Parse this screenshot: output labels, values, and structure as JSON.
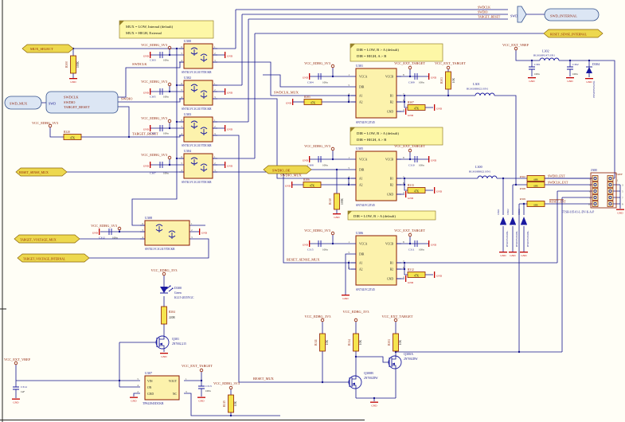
{
  "meta": {
    "type": "schematic-sheet",
    "accent_colors": {
      "wire": "#14148C",
      "component_outline": "#8B1A00",
      "chip_fill": "#FCF2AC",
      "flag_fill": "#EDD84E",
      "gnd": "#C00000"
    }
  },
  "notes": {
    "mux": {
      "l1": "MUX = LOW, Internal (default)",
      "l2": "MUX = HIGH, External"
    },
    "dir": {
      "l1": "DIR = LOW, B > A (default)",
      "l2": "DIR = HIGH, A > B"
    }
  },
  "harness": {
    "swd_mux": "SWD_MUX",
    "swd_internal": "SWD_INTERNAL",
    "name": "SWD",
    "sig": {
      "clk": "SWDCLK",
      "dio": "SWDIO",
      "rst": "TARGET_RESET"
    }
  },
  "nets": {
    "mux_select": "MUX_SELECT",
    "swdclk": "SWDCLK",
    "swdio": "SWDIO",
    "target_reset": "TARGET_RESET",
    "reset_sense_mux": "RESET_SENSE_MUX",
    "reset_sense_internal": "RESET_SENSE_INTERNAL",
    "target_voltage_mux": "TARGET_VOLTAGE_MUX",
    "target_voltage_internal": "TARGET_VOLTAGE_INTERNAL",
    "swdclk_mux": "SWDCLK_MUX",
    "swdio_mux": "SWDIO_MUX",
    "swdio_oe": "SWDIO_OE",
    "reset_mux": "RESET_MUX",
    "swdio_ext": "SWDIO_EXT",
    "swdclk_ext": "SWDCLK_EXT",
    "reset_ext": "RESET_EXT",
    "vref": "VREF"
  },
  "power": {
    "vcc_edbg": "VCC_EDBG_3V3",
    "vcc_ext_target": "VCC_EXT_TARGET",
    "vcc_ext_vref": "VCC_EXT_VREF",
    "gnd": "GND"
  },
  "ics": {
    "mux_part": "SN74LVC1G3157DCKR",
    "mux_refs": [
      "U300",
      "U302",
      "U303",
      "U304",
      "U308"
    ],
    "shifter_part": "SN74LVC2T45",
    "shifter_refs": [
      "U301",
      "U305",
      "U306"
    ],
    "pin_names": {
      "vcca": "VCCA",
      "vccb": "VCCB",
      "dir": "DIR",
      "a1": "A1",
      "a2": "A2",
      "b1": "B1",
      "b2": "B2",
      "gnd": "GND"
    },
    "u307": {
      "ref": "U307",
      "part": "TPS22945DCKR",
      "pins": {
        "vin": "VIN",
        "on": "ON",
        "gnd": "GND",
        "vout": "VOUT",
        "nc": "NC"
      }
    }
  },
  "resistors": {
    "r300": {
      "ref": "R300",
      "val": "100K"
    },
    "r320": {
      "ref": "R320",
      "val": "47K"
    },
    "r303": {
      "ref": "R303",
      "val": "10K"
    },
    "r305": {
      "ref": "R305",
      "val": "47K"
    },
    "r306": {
      "ref": "R306",
      "val": "47K"
    },
    "r307": {
      "ref": "R307",
      "val": "47K"
    },
    "r310": {
      "ref": "R310",
      "val": "100K"
    },
    "r312": {
      "ref": "R312",
      "val": "47K"
    },
    "r313": {
      "ref": "R313",
      "val": "47K"
    },
    "r302": {
      "ref": "R302",
      "val": "68R"
    },
    "r308": {
      "ref": "R308",
      "val": "68R"
    },
    "r309": {
      "ref": "R309",
      "val": "68R"
    },
    "r304": {
      "ref": "R304",
      "val": "220R"
    },
    "r311": {
      "ref": "R311",
      "val": "10K"
    },
    "r314": {
      "ref": "R314",
      "val": "10K"
    },
    "r301": {
      "ref": "R301",
      "val": "10K"
    },
    "r315": {
      "ref": "R315",
      "val": "10K"
    }
  },
  "caps": {
    "c301": {
      "ref": "C301",
      "val": "100n"
    },
    "c302": {
      "ref": "C302",
      "val": "100n"
    },
    "c303": {
      "ref": "C303",
      "val": "100n"
    },
    "c304": {
      "ref": "C304",
      "val": "100n"
    },
    "c305": {
      "ref": "C305",
      "val": "100n"
    },
    "c306": {
      "ref": "C306",
      "val": "100n"
    },
    "c307": {
      "ref": "C307",
      "val": "100n"
    },
    "c308": {
      "ref": "C308",
      "val": "100n"
    },
    "c309": {
      "ref": "C309",
      "val": "100n"
    },
    "c310": {
      "ref": "C310",
      "val": "100n"
    },
    "c311": {
      "ref": "C311",
      "val": "100n"
    },
    "c312": {
      "ref": "C312",
      "val": "100n"
    },
    "c313": {
      "ref": "C313",
      "val": "100n"
    },
    "c314": {
      "ref": "C314",
      "val": "1uF"
    },
    "c315": {
      "ref": "C315",
      "val": "100n"
    }
  },
  "inductors": {
    "l300": {
      "ref": "L300",
      "part": "BLM18BB221SN1"
    },
    "l301": {
      "ref": "L301",
      "part": "BLM18BB221SN1"
    },
    "l302": {
      "ref": "L302",
      "part": "BLM18PG471SN1"
    }
  },
  "diodes": {
    "d300": {
      "ref": "D300",
      "color": "Green",
      "part": "KL15-2035YGC"
    },
    "d301": {
      "ref": "D301",
      "part": "PESD5V0S1BL"
    },
    "d302": {
      "ref": "D302",
      "part": "PESD5V0S1BL"
    },
    "d303": {
      "ref": "D303",
      "part": "PESD5V0S1BL"
    },
    "d304": {
      "ref": "D304",
      "part": "PESD5V0S1BL"
    }
  },
  "transistors": {
    "q300a": {
      "ref": "Q300A",
      "part": "2N7002DW"
    },
    "q300b": {
      "ref": "Q300B",
      "part": "2N7002DW"
    },
    "q301": {
      "ref": "Q301",
      "part": "2N7002,215"
    }
  },
  "connector": {
    "ref": "J300",
    "part": "FTSH-105-01-L-DV-K-A-P"
  },
  "pins": {
    "1": "1",
    "2": "2",
    "3": "3",
    "4": "4",
    "5": "5",
    "6": "6",
    "7": "7",
    "8": "8",
    "9": "9",
    "10": "10"
  }
}
